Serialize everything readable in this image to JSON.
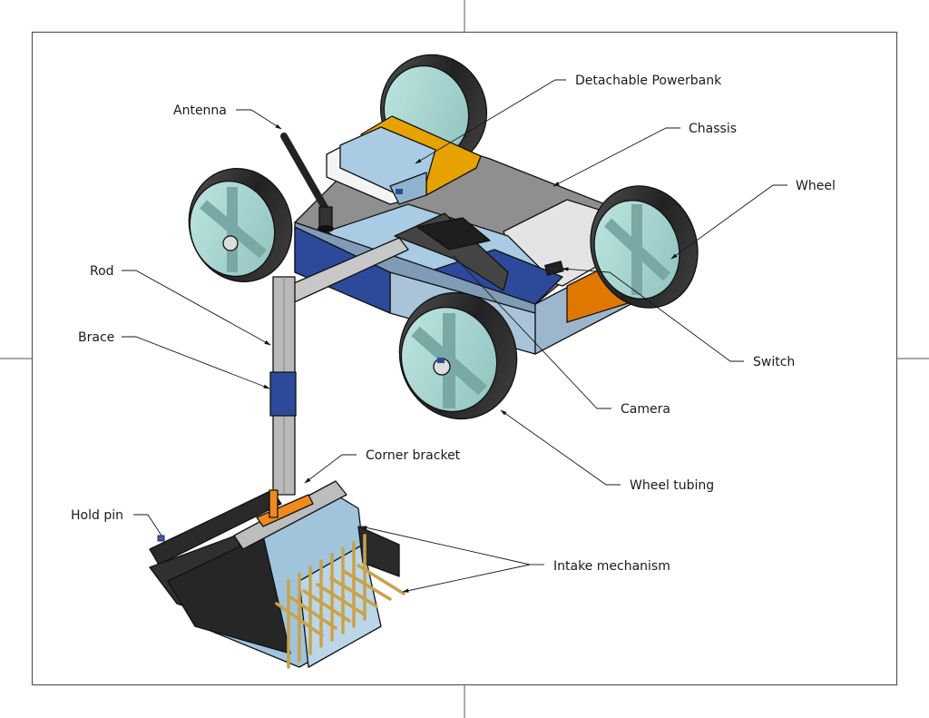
{
  "diagram": {
    "title": "Robot assembly with labeled components",
    "colors": {
      "chassis_gray": "#8a8a8a",
      "powerbank_orange": "#e6a300",
      "switch_panel_orange": "#e07800",
      "light_blue": "#a9cbe3",
      "dark_blue": "#2d4a9a",
      "wheel_hub": "#a8d8d4",
      "tire_black": "#2b2b2b",
      "intake_blue": "#9fc4dc",
      "intake_pins_gold": "#c9a24a",
      "bracket_orange": "#f08a1c"
    },
    "labels": [
      {
        "id": "detachable-powerbank",
        "text": "Detachable Powerbank"
      },
      {
        "id": "antenna",
        "text": "Antenna"
      },
      {
        "id": "chassis",
        "text": "Chassis"
      },
      {
        "id": "wheel",
        "text": "Wheel"
      },
      {
        "id": "rod",
        "text": "Rod"
      },
      {
        "id": "brace",
        "text": "Brace"
      },
      {
        "id": "switch",
        "text": "Switch"
      },
      {
        "id": "camera",
        "text": "Camera"
      },
      {
        "id": "wheel-tubing",
        "text": "Wheel tubing"
      },
      {
        "id": "corner-bracket",
        "text": "Corner bracket"
      },
      {
        "id": "hold-pin",
        "text": "Hold pin"
      },
      {
        "id": "intake-mechanism",
        "text": "Intake mechanism"
      }
    ]
  }
}
